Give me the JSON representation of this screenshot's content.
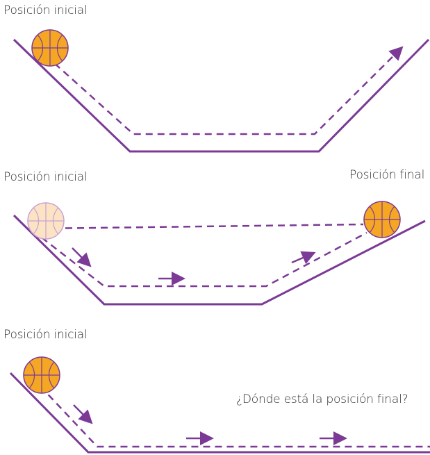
{
  "colors": {
    "track": "#7b3a96",
    "ball_fill": "#f5a623",
    "ball_outline": "#7b3a96",
    "ghost_ball_fill": "#fbe3c4",
    "ghost_ball_outline": "#c9a1d6"
  },
  "panels": [
    {
      "label": "Posición inicial"
    },
    {
      "label_start": "Posición inicial",
      "label_end": "Posición final"
    },
    {
      "label": "Posición inicial",
      "question": "¿Dónde está la posición final?"
    }
  ],
  "icons": [
    "basketball-icon",
    "arrow-right-icon"
  ]
}
